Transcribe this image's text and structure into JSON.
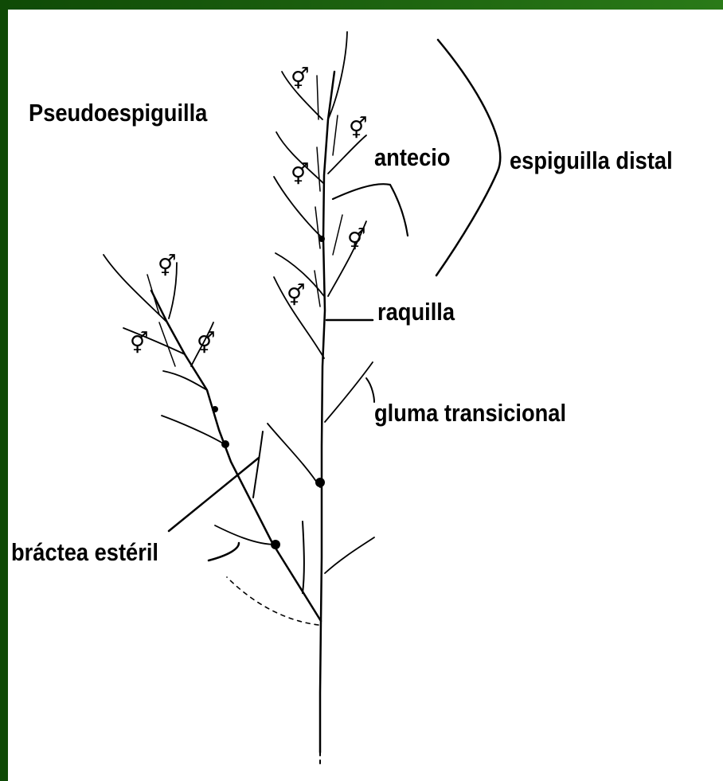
{
  "diagram": {
    "labels": {
      "pseudoespiguilla": "Pseudoespiguilla",
      "antecio": "antecio",
      "espiguilla_distal": "espiguilla distal",
      "raquilla": "raquilla",
      "gluma_transicional": "gluma transicional",
      "bractea_esteril": "bráctea estéril"
    },
    "flower_symbol": "⚥",
    "colors": {
      "background": "#1b5e0f",
      "panel": "#ffffff",
      "ink": "#000000"
    }
  }
}
